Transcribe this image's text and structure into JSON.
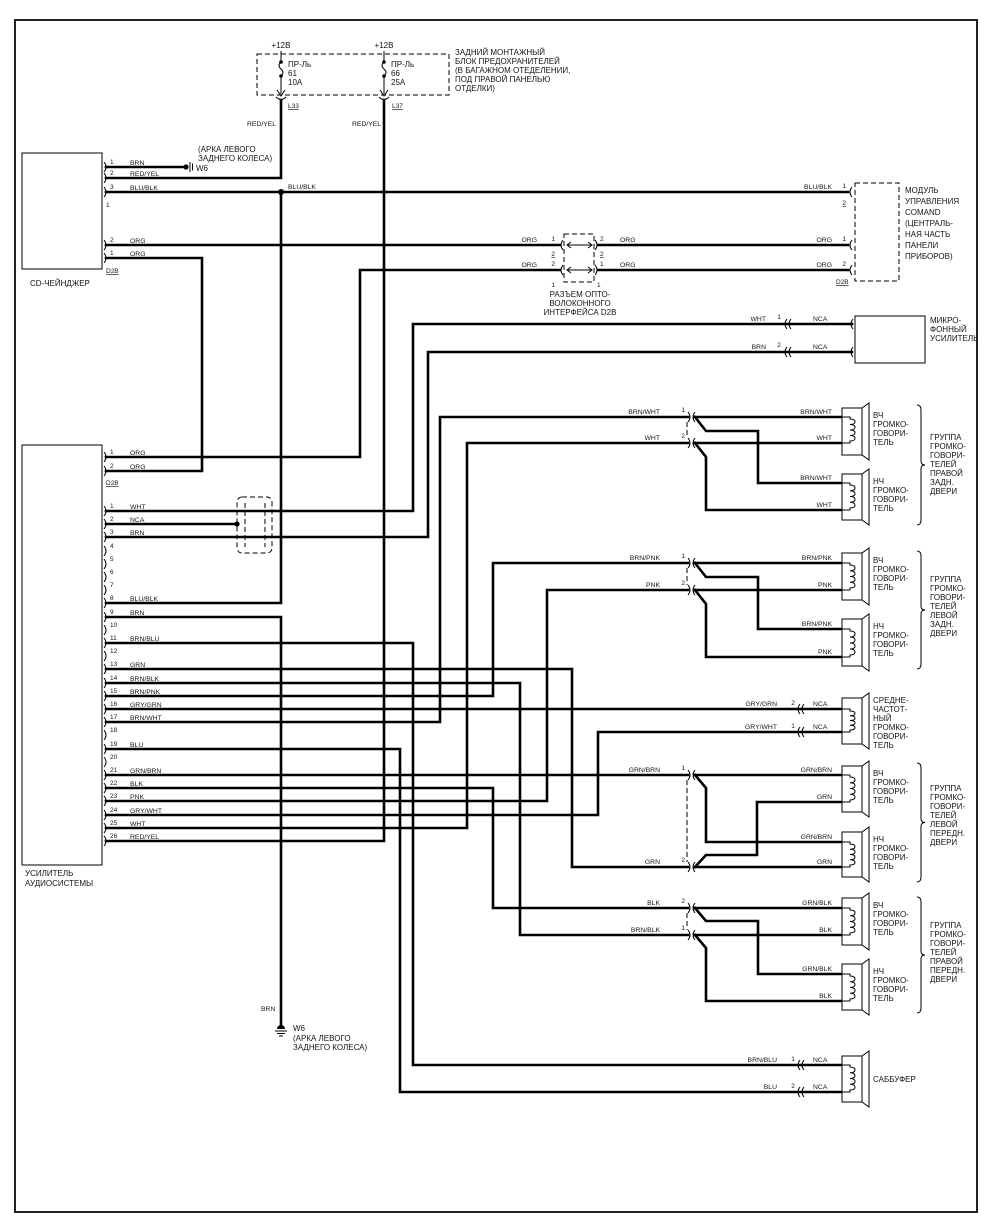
{
  "fuse_block": {
    "label_lines": [
      "ЗАДНИЙ МОНТАЖНЫЙ",
      "БЛОК ПРЕДОХРАНИТЕЛЕЙ",
      "(В БАГАЖНОМ ОТЕДЕЛЕНИИ,",
      "ПОД ПРАВОЙ ПАНЕЛЬЮ",
      "ОТДЕЛКИ)"
    ],
    "fuses": [
      {
        "supply": "+12В",
        "type": "ПР-Ль",
        "number": "61",
        "rating": "10А",
        "connector": "L33",
        "wire": "RED/YEL"
      },
      {
        "supply": "+12В",
        "type": "ПР-Ль",
        "number": "66",
        "rating": "25А",
        "connector": "L37",
        "wire": "RED/YEL"
      }
    ]
  },
  "cd_changer": {
    "label": "CD-ЧЕЙНДЖЕР",
    "pins": [
      {
        "num": "1",
        "wire": "BRN"
      },
      {
        "num": "2",
        "wire": "RED/YEL"
      },
      {
        "num": "3",
        "wire": "BLU/BLK"
      },
      {
        "num": "1",
        "wire": ""
      }
    ],
    "d2b": {
      "label": "D2B",
      "pins": [
        {
          "num": "2",
          "wire": "ORG"
        },
        {
          "num": "1",
          "wire": "ORG"
        }
      ]
    }
  },
  "grounds": [
    {
      "id": "W6",
      "location_lines": [
        "(АРКА ЛЕВОГО",
        "ЗАДНЕГО КОЛЕСА)"
      ]
    },
    {
      "id": "W6",
      "wire": "BRN",
      "location_lines": [
        "(АРКА ЛЕВОГО",
        "ЗАДНЕГО КОЛЕСА)"
      ]
    }
  ],
  "splice": {
    "wire": "BLU/BLK"
  },
  "comand": {
    "label_lines": [
      "МОДУЛЬ",
      "УПРАВЛЕНИЯ",
      "COMAND",
      "(ЦЕНТРАЛЬ-",
      "НАЯ ЧАСТЬ",
      "ПАНЕЛИ",
      "ПРИБОРОВ)"
    ],
    "pins": [
      {
        "num": "1",
        "wire": "BLU/BLK"
      },
      {
        "num": "2",
        "wire": ""
      }
    ],
    "d2b": {
      "label": "D2B",
      "pins": [
        {
          "num": "1",
          "wire": "ORG"
        },
        {
          "num": "2",
          "wire": "ORG"
        }
      ]
    }
  },
  "optical_connector": {
    "label_lines": [
      "РАЗЪЕМ ОПТО-",
      "ВОЛОКОННОГО",
      "ИНТЕРФЕЙСА D2B"
    ],
    "left": [
      {
        "num": "1",
        "alt": "2",
        "wire": "ORG"
      },
      {
        "num": "2",
        "alt": "1",
        "wire": "ORG"
      }
    ],
    "right": [
      {
        "num": "2",
        "alt": "2",
        "wire": "ORG"
      },
      {
        "num": "1",
        "alt": "1",
        "wire": "ORG"
      }
    ]
  },
  "amplifier": {
    "label_lines": [
      "УСИЛИТЕЛЬ",
      "АУДИОСИСТЕМЫ"
    ],
    "d2b": {
      "label": "D2B",
      "pins": [
        {
          "num": "1",
          "wire": "ORG"
        },
        {
          "num": "2",
          "wire": "ORG"
        }
      ]
    },
    "pins": [
      {
        "num": "1",
        "wire": "WHT"
      },
      {
        "num": "2",
        "wire": "NCA"
      },
      {
        "num": "3",
        "wire": "BRN"
      },
      {
        "num": "4",
        "wire": ""
      },
      {
        "num": "5",
        "wire": ""
      },
      {
        "num": "6",
        "wire": ""
      },
      {
        "num": "7",
        "wire": ""
      },
      {
        "num": "8",
        "wire": "BLU/BLK"
      },
      {
        "num": "9",
        "wire": "BRN"
      },
      {
        "num": "10",
        "wire": ""
      },
      {
        "num": "11",
        "wire": "BRN/BLU"
      },
      {
        "num": "12",
        "wire": ""
      },
      {
        "num": "13",
        "wire": "GRN"
      },
      {
        "num": "14",
        "wire": "BRN/BLK"
      },
      {
        "num": "15",
        "wire": "BRN/PNK"
      },
      {
        "num": "16",
        "wire": "GRY/GRN"
      },
      {
        "num": "17",
        "wire": "BRN/WHT"
      },
      {
        "num": "18",
        "wire": ""
      },
      {
        "num": "19",
        "wire": "BLU"
      },
      {
        "num": "20",
        "wire": ""
      },
      {
        "num": "21",
        "wire": "GRN/BRN"
      },
      {
        "num": "22",
        "wire": "BLK"
      },
      {
        "num": "23",
        "wire": "PNK"
      },
      {
        "num": "24",
        "wire": "GRY/WHT"
      },
      {
        "num": "25",
        "wire": "WHT"
      },
      {
        "num": "26",
        "wire": "RED/YEL"
      }
    ]
  },
  "mic_amp": {
    "label_lines": [
      "МИКРО-",
      "ФОННЫЙ",
      "УСИЛИТЕЛЬ"
    ],
    "pins": [
      {
        "num": "1",
        "wire_in": "WHT",
        "wire_out": "NCA"
      },
      {
        "num": "2",
        "wire_in": "BRN",
        "wire_out": "NCA"
      }
    ]
  },
  "speaker_groups": [
    {
      "label_lines": [
        "ГРУППА",
        "ГРОМКО-",
        "ГОВОРИ-",
        "ТЕЛЕЙ",
        "ПРАВОЙ",
        "ЗАДН.",
        "ДВЕРИ"
      ],
      "pins": [
        {
          "num": "1",
          "wire": "BRN/WHT"
        },
        {
          "num": "2",
          "wire": "WHT"
        }
      ],
      "speakers": [
        {
          "label_lines": [
            "ВЧ",
            "ГРОМКО-",
            "ГОВОРИ-",
            "ТЕЛЬ"
          ],
          "wires": [
            "BRN/WHT",
            "WHT"
          ]
        },
        {
          "label_lines": [
            "НЧ",
            "ГРОМКО-",
            "ГОВОРИ-",
            "ТЕЛЬ"
          ],
          "wires": [
            "BRN/WHT",
            "WHT"
          ]
        }
      ]
    },
    {
      "label_lines": [
        "ГРУППА",
        "ГРОМКО-",
        "ГОВОРИ-",
        "ТЕЛЕЙ",
        "ЛЕВОЙ",
        "ЗАДН.",
        "ДВЕРИ"
      ],
      "pins": [
        {
          "num": "1",
          "wire": "BRN/PNK"
        },
        {
          "num": "2",
          "wire": "PNK"
        }
      ],
      "speakers": [
        {
          "label_lines": [
            "ВЧ",
            "ГРОМКО-",
            "ГОВОРИ-",
            "ТЕЛЬ"
          ],
          "wires": [
            "BRN/PNK",
            "PNK"
          ]
        },
        {
          "label_lines": [
            "НЧ",
            "ГРОМКО-",
            "ГОВОРИ-",
            "ТЕЛЬ"
          ],
          "wires": [
            "BRN/PNK",
            "PNK"
          ]
        }
      ]
    },
    {
      "label_lines": [
        "ГРУППА",
        "ГРОМКО-",
        "ГОВОРИ-",
        "ТЕЛЕЙ",
        "ЛЕВОЙ",
        "ПЕРЕДН.",
        "ДВЕРИ"
      ],
      "pins": [
        {
          "num": "1",
          "wire": "GRN/BRN"
        },
        {
          "num": "2",
          "wire": "GRN"
        }
      ],
      "speakers": [
        {
          "label_lines": [
            "ВЧ",
            "ГРОМКО-",
            "ГОВОРИ-",
            "ТЕЛЬ"
          ],
          "wires": [
            "GRN/BRN",
            "GRN"
          ]
        },
        {
          "label_lines": [
            "НЧ",
            "ГРОМКО-",
            "ГОВОРИ-",
            "ТЕЛЬ"
          ],
          "wires": [
            "GRN/BRN",
            "GRN"
          ]
        }
      ]
    },
    {
      "label_lines": [
        "ГРУППА",
        "ГРОМКО-",
        "ГОВОРИ-",
        "ТЕЛЕЙ",
        "ПРАВОЙ",
        "ПЕРЕДН.",
        "ДВЕРИ"
      ],
      "pins": [
        {
          "num": "2",
          "wire": "BLK"
        },
        {
          "num": "1",
          "wire": "BRN/BLK"
        }
      ],
      "speakers": [
        {
          "label_lines": [
            "ВЧ",
            "ГРОМКО-",
            "ГОВОРИ-",
            "ТЕЛЬ"
          ],
          "wires": [
            "GRN/BLK",
            "BLK"
          ]
        },
        {
          "label_lines": [
            "НЧ",
            "ГРОМКО-",
            "ГОВОРИ-",
            "ТЕЛЬ"
          ],
          "wires": [
            "GRN/BLK",
            "BLK"
          ]
        }
      ]
    }
  ],
  "midrange": {
    "label_lines": [
      "СРЕДНЕ-",
      "ЧАСТОТ-",
      "НЫЙ",
      "ГРОМКО-",
      "ГОВОРИ-",
      "ТЕЛЬ"
    ],
    "pins": [
      {
        "num": "2",
        "wire_in": "GRY/GRN",
        "wire_out": "NCA"
      },
      {
        "num": "1",
        "wire_in": "GRY/WHT",
        "wire_out": "NCA"
      }
    ]
  },
  "subwoofer": {
    "label": "САББУФЕР",
    "pins": [
      {
        "num": "1",
        "wire_in": "BRN/BLU",
        "wire_out": "NCA"
      },
      {
        "num": "2",
        "wire_in": "BLU",
        "wire_out": "NCA"
      }
    ]
  }
}
